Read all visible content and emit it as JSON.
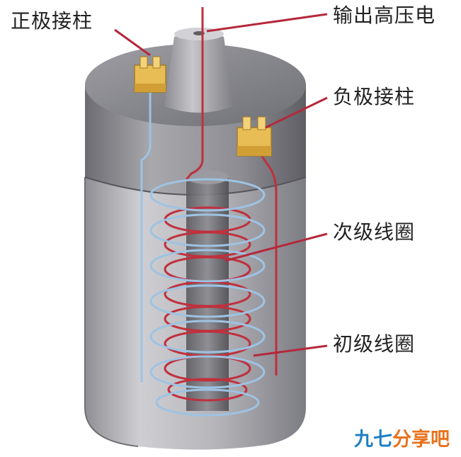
{
  "labels": {
    "positive_terminal": "正极接柱",
    "hv_output": "输出高压电",
    "negative_terminal": "负极接柱",
    "secondary_coil": "次级线圈",
    "primary_coil": "初级线圈"
  },
  "watermark": {
    "part1": "九七",
    "part2": "分享吧",
    "color1": "#1e7fc4",
    "color2": "#e8731f"
  },
  "colors": {
    "leader": "#b5283a",
    "primary_wire": "#9ec3e3",
    "secondary_wire": "#c0303c",
    "terminal": "#e9bd55",
    "body": "#b3b3b7"
  }
}
